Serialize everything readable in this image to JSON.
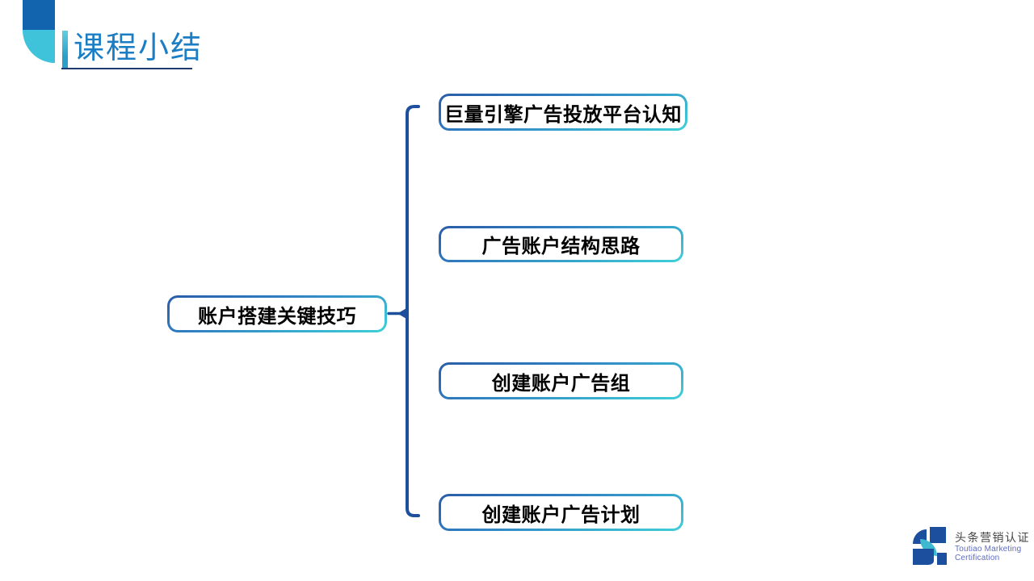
{
  "slide": {
    "title": "课程小结"
  },
  "colors": {
    "title_text": "#1b7ec5",
    "title_underline": "#1e3a6e",
    "accent_bar_top": "#62cede",
    "accent_bar_bottom": "#2b9fc9",
    "corner_square": "#1364ae",
    "corner_quarter": "#3fc3da",
    "connector": "#1d4f9c",
    "node_border_start": "#2a5ca8",
    "node_border_end": "#3fd0d8",
    "node_fill": "#ffffff",
    "node_text": "#000000",
    "logo_blue": "#1c4f9e",
    "logo_cyan": "#3fb9cf",
    "logo_cn_color": "#464646",
    "logo_en_color": "#5f6cc0"
  },
  "chart_data": {
    "type": "mindmap",
    "title": "课程小结",
    "root": {
      "label": "账户搭建关键技巧"
    },
    "branches": [
      {
        "label": "巨量引擎广告投放平台认知"
      },
      {
        "label": "广告账户结构思路"
      },
      {
        "label": "创建账户广告组"
      },
      {
        "label": "创建账户广告计划"
      }
    ],
    "layout": "root-left-brace-to-four-right-leaves"
  },
  "mindmap": {
    "root": {
      "label": "账户搭建关键技巧"
    },
    "branches": [
      {
        "label": "巨量引擎广告投放平台认知"
      },
      {
        "label": "广告账户结构思路"
      },
      {
        "label": "创建账户广告组"
      },
      {
        "label": "创建账户广告计划"
      }
    ]
  },
  "logo": {
    "cn": "头条营销认证",
    "en_line1": "Toutiao Marketing",
    "en_line2": "Certification"
  }
}
